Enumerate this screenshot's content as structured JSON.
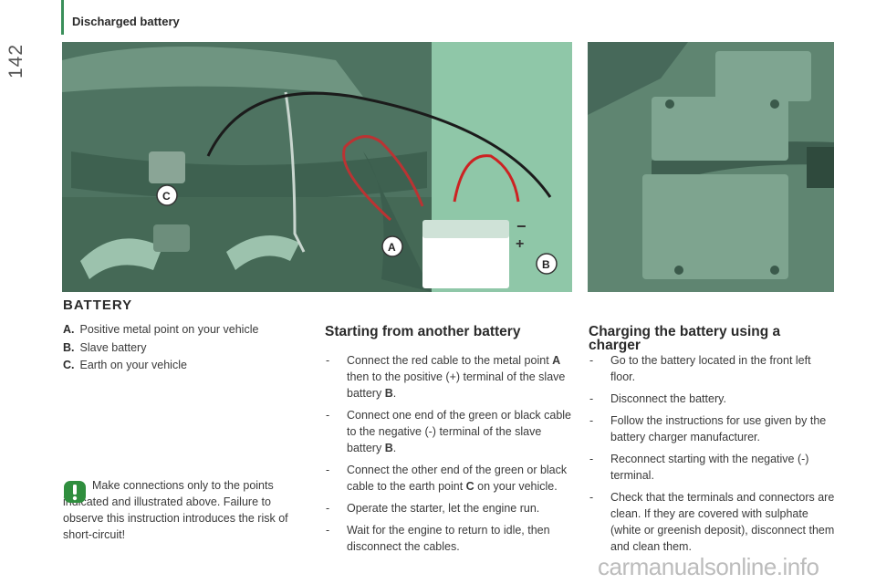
{
  "header": {
    "page_number": "142",
    "section_title": "Discharged battery"
  },
  "illustration_labels": {
    "a": "A",
    "b": "B",
    "c": "C",
    "plus": "+",
    "minus": "−"
  },
  "battery_heading": "BATTERY",
  "legend": [
    {
      "key": "A.",
      "text": "Positive metal point on your vehicle"
    },
    {
      "key": "B.",
      "text": "Slave battery"
    },
    {
      "key": "C.",
      "text": "Earth on your vehicle"
    }
  ],
  "warning": {
    "text": "Make connections only to the points indicated and illustrated above. Failure to observe this instruction introduces the risk of short-circuit!"
  },
  "starting": {
    "title": "Starting from another battery",
    "steps": [
      [
        "Connect the red cable to the metal point ",
        "A",
        " then to the positive (+) terminal of the slave battery ",
        "B",
        "."
      ],
      [
        "Connect one end of the green or black cable to the negative (-) terminal of the slave battery ",
        "B",
        "."
      ],
      [
        "Connect the other end of the green or black cable to the earth point ",
        "C",
        " on your vehicle."
      ],
      [
        "Operate the starter, let the engine run."
      ],
      [
        "Wait for the engine to return to idle, then disconnect the cables."
      ]
    ]
  },
  "charging": {
    "title": "Charging the battery using a charger",
    "steps": [
      "Go to the battery located in the front left floor.",
      "Disconnect the battery.",
      "Follow the instructions for use given by the battery charger manufacturer.",
      "Reconnect starting with the negative (-) terminal.",
      "Check that the terminals and connectors are clean. If they are covered with sulphate (white or greenish deposit), disconnect them and clean them."
    ]
  },
  "footer": {
    "watermark": "carmanualsonline.info"
  }
}
